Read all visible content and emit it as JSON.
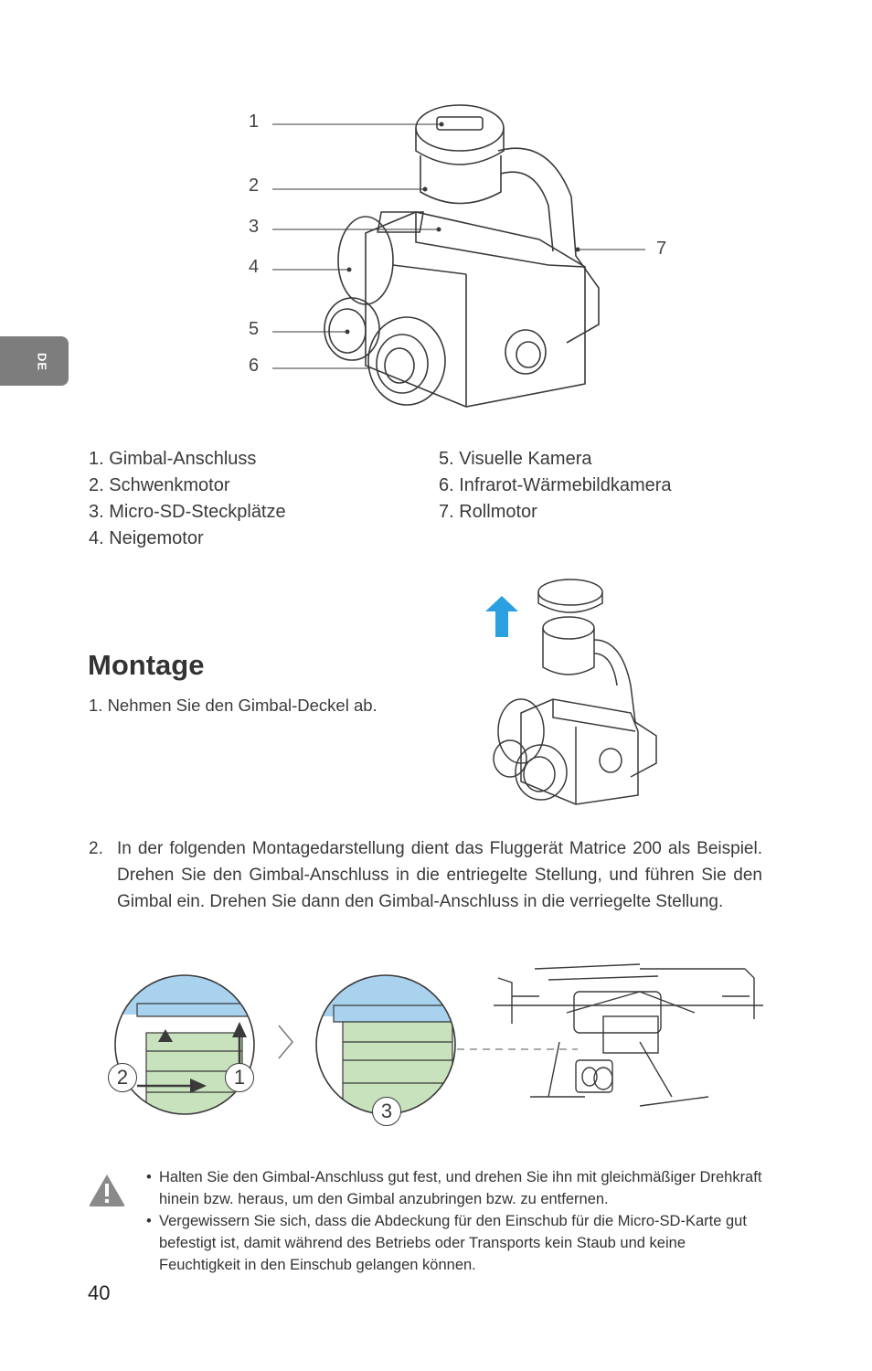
{
  "language_tab": "DE",
  "diagram_labels": [
    "1",
    "2",
    "3",
    "4",
    "5",
    "6",
    "7"
  ],
  "parts_left": [
    "1. Gimbal-Anschluss",
    "2. Schwenkmotor",
    "3. Micro-SD-Steckplätze",
    "4. Neigemotor"
  ],
  "parts_right": [
    "5. Visuelle Kamera",
    "6. Infrarot-Wärmebildkamera",
    "7. Rollmotor"
  ],
  "section_title": "Montage",
  "step1": "1. Nehmen Sie den Gimbal-Deckel ab.",
  "step2": {
    "number": "2.",
    "text": "In der folgenden Montagedarstellung dient das Fluggerät Matrice 200 als Beispiel. Drehen Sie den Gimbal-Anschluss in die entriegelte Stellung, und führen Sie den Gimbal ein. Drehen Sie dann den Gimbal-Anschluss in die verriegelte Stellung."
  },
  "step_markers": [
    "2",
    "1",
    "3"
  ],
  "warnings": [
    "Halten Sie den Gimbal-Anschluss gut fest, und drehen Sie ihn mit gleichmäßiger Drehkraft hinein bzw. heraus, um den Gimbal anzubringen bzw. zu entfernen.",
    "Vergewissern Sie sich, dass die Abdeckung für den Einschub für die Micro-SD-Karte gut befestigt ist, damit während des Betriebs oder Transports kein Staub und keine Feuchtigkeit in den Einschub gelangen können."
  ],
  "page_number": "40",
  "colors": {
    "tab": "#7d7d7d",
    "arrow": "#2aa0e0",
    "ring_blue": "#a9d2ee",
    "ring_green": "#c7e2bc",
    "warning_icon": "#8a8a8a"
  }
}
